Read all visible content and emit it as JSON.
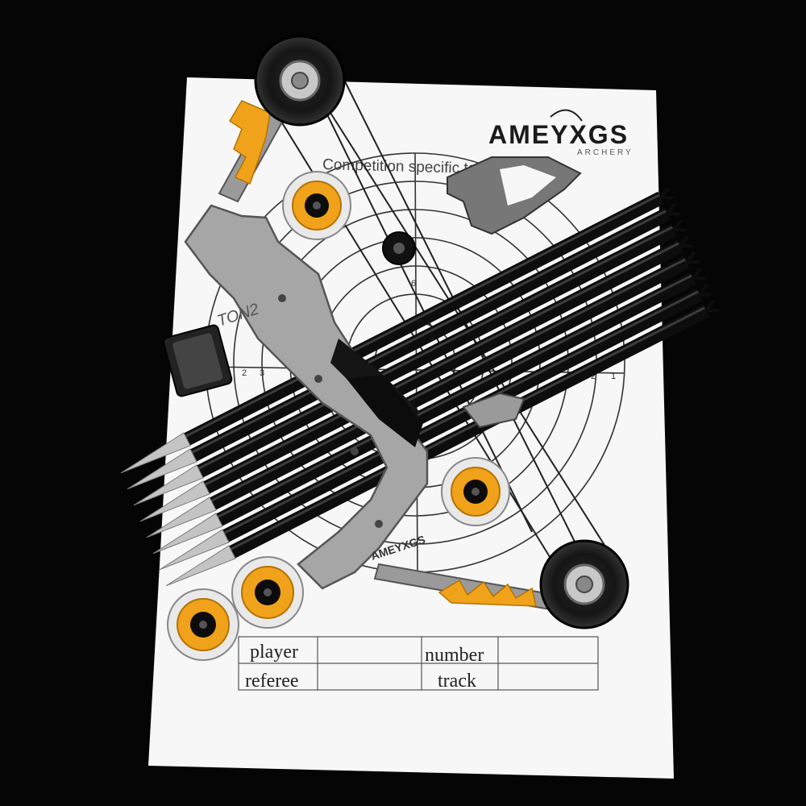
{
  "brand": {
    "name": "AMEYXGS",
    "sub": "ARCHERY",
    "riser_mark": "AMEYXGS",
    "limb_mark": "TON2"
  },
  "target_sheet": {
    "heading": "Competition specific target",
    "ring_numbers_left": [
      "2",
      "3"
    ],
    "ring_numbers_right": [
      "4",
      "3",
      "2",
      "1"
    ],
    "ring_number_top": "6"
  },
  "score_table": {
    "row1": {
      "label_a": "player",
      "label_b": "number"
    },
    "row2": {
      "label_a": "referee",
      "label_b": "track"
    }
  },
  "colors": {
    "background": "#050505",
    "paper": "#f7f7f7",
    "riser": "#a6a6a6",
    "accent": "#f0a21a",
    "arrow_shaft": "#111111",
    "arrow_tip": "#c9c9c9"
  }
}
